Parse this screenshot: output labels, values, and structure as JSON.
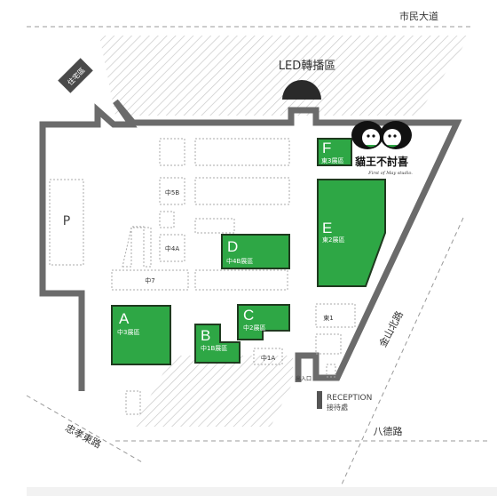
{
  "roads": {
    "top": "市民大道",
    "left": "忠孝東路",
    "right": "金山北路",
    "bottom": "八德路"
  },
  "landmarks": {
    "led_screen": "LED轉播區",
    "parking": "P",
    "residence": "住宅區",
    "entrance": "出入口",
    "reception_en": "RECEPTION",
    "reception_zh": "接待處"
  },
  "buildings": {
    "middle_5b": "中5B",
    "middle_4a": "中4A",
    "middle_7": "中7",
    "middle_1a": "中1A",
    "east_1": "東1"
  },
  "halls": [
    {
      "letter": "A",
      "name": "中3展區"
    },
    {
      "letter": "B",
      "name": "中1B展區"
    },
    {
      "letter": "C",
      "name": "中2展區"
    },
    {
      "letter": "D",
      "name": "中4B展區"
    },
    {
      "letter": "E",
      "name": "東2展區"
    },
    {
      "letter": "F",
      "name": "東3展區"
    }
  ],
  "logo": {
    "title": "貓王不討喜",
    "subtitle": "First of May studio."
  },
  "colors": {
    "hall_green": "#2ea745",
    "hall_border": "#1f3a1f",
    "wall": "#6b6b6b",
    "hatch": "#cfcfcf"
  }
}
